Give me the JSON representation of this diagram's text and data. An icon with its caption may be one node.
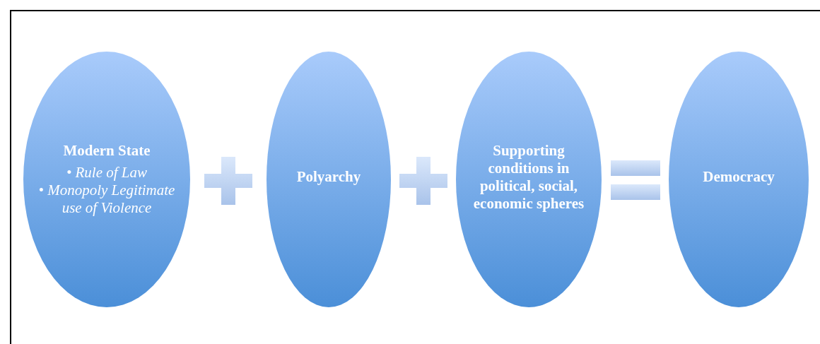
{
  "diagram": {
    "nodes": [
      {
        "text": [
          "Modern State",
          "• Rule of Law",
          "• Monopoly Legitimate use of Violence"
        ]
      },
      {
        "text": [
          "Polyarchy"
        ]
      },
      {
        "text": [
          "Supporting conditions in political, social, economic spheres"
        ]
      },
      {
        "text": [
          "Democracy"
        ]
      }
    ]
  }
}
